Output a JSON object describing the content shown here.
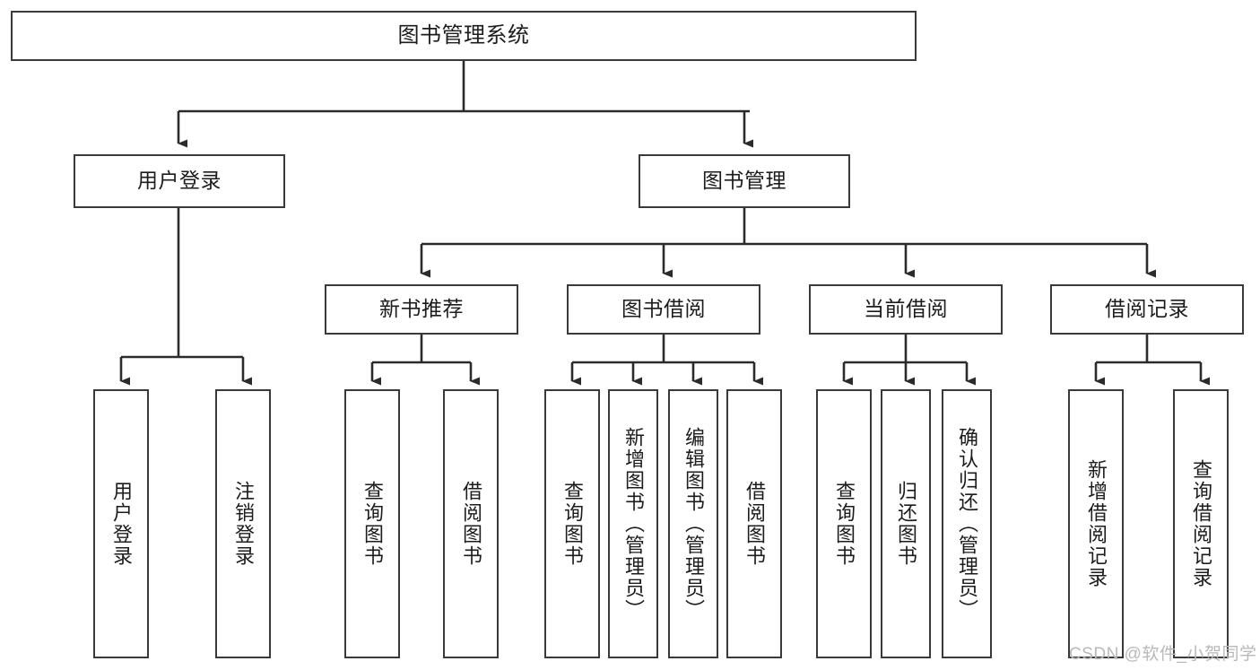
{
  "diagram": {
    "title": "图书管理系统",
    "type": "hierarchy-tree",
    "orientation": "top-down",
    "colors": {
      "node_border": "#3a3a3a",
      "node_fill": "#ffffff",
      "edge": "#2b2b2b",
      "text": "#1c1c1c",
      "watermark": "#b9b9b9",
      "background": "#ffffff"
    },
    "watermark": "CSDN @软件_小贺同学",
    "levels": [
      {
        "level": 1,
        "nodes": [
          {
            "id": "root",
            "label": "图书管理系统",
            "orientation": "horizontal"
          }
        ]
      },
      {
        "level": 2,
        "nodes": [
          {
            "id": "login",
            "label": "用户登录",
            "orientation": "horizontal",
            "parent": "root"
          },
          {
            "id": "bookmgmt",
            "label": "图书管理",
            "orientation": "horizontal",
            "parent": "root"
          }
        ]
      },
      {
        "level": 3,
        "nodes": [
          {
            "id": "newbook",
            "label": "新书推荐",
            "orientation": "horizontal",
            "parent": "bookmgmt"
          },
          {
            "id": "borrow",
            "label": "图书借阅",
            "orientation": "horizontal",
            "parent": "bookmgmt"
          },
          {
            "id": "current",
            "label": "当前借阅",
            "orientation": "horizontal",
            "parent": "bookmgmt"
          },
          {
            "id": "records",
            "label": "借阅记录",
            "orientation": "horizontal",
            "parent": "bookmgmt"
          }
        ]
      },
      {
        "level": 4,
        "nodes": [
          {
            "id": "leaf1",
            "label": "用户登录",
            "orientation": "vertical",
            "parent": "login"
          },
          {
            "id": "leaf2",
            "label": "注销登录",
            "orientation": "vertical",
            "parent": "login"
          },
          {
            "id": "leaf3",
            "label": "查询图书",
            "orientation": "vertical",
            "parent": "newbook"
          },
          {
            "id": "leaf4",
            "label": "借阅图书",
            "orientation": "vertical",
            "parent": "newbook"
          },
          {
            "id": "leaf5",
            "label": "查询图书",
            "orientation": "vertical",
            "parent": "borrow"
          },
          {
            "id": "leaf6",
            "label": "新增图书（管理员）",
            "orientation": "vertical",
            "parent": "borrow"
          },
          {
            "id": "leaf7",
            "label": "编辑图书（管理员）",
            "orientation": "vertical",
            "parent": "borrow"
          },
          {
            "id": "leaf8",
            "label": "借阅图书",
            "orientation": "vertical",
            "parent": "borrow"
          },
          {
            "id": "leaf9",
            "label": "查询图书",
            "orientation": "vertical",
            "parent": "current"
          },
          {
            "id": "leaf10",
            "label": "归还图书",
            "orientation": "vertical",
            "parent": "current"
          },
          {
            "id": "leaf11",
            "label": "确认归还（管理员）",
            "orientation": "vertical",
            "parent": "current"
          },
          {
            "id": "leaf12",
            "label": "新增借阅记录",
            "orientation": "vertical",
            "parent": "records"
          },
          {
            "id": "leaf13",
            "label": "查询借阅记录",
            "orientation": "vertical",
            "parent": "records"
          }
        ]
      }
    ]
  }
}
